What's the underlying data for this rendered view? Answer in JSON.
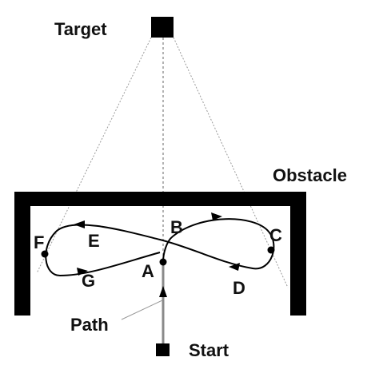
{
  "labels": {
    "target": "Target",
    "obstacle": "Obstacle",
    "path": "Path",
    "start": "Start",
    "points": {
      "A": "A",
      "B": "B",
      "C": "C",
      "D": "D",
      "E": "E",
      "F": "F",
      "G": "G"
    }
  },
  "colors": {
    "ink": "#000000",
    "start_path": "#8a8a8a",
    "guide_lines": "#9a9a9a",
    "background": "#ffffff"
  }
}
